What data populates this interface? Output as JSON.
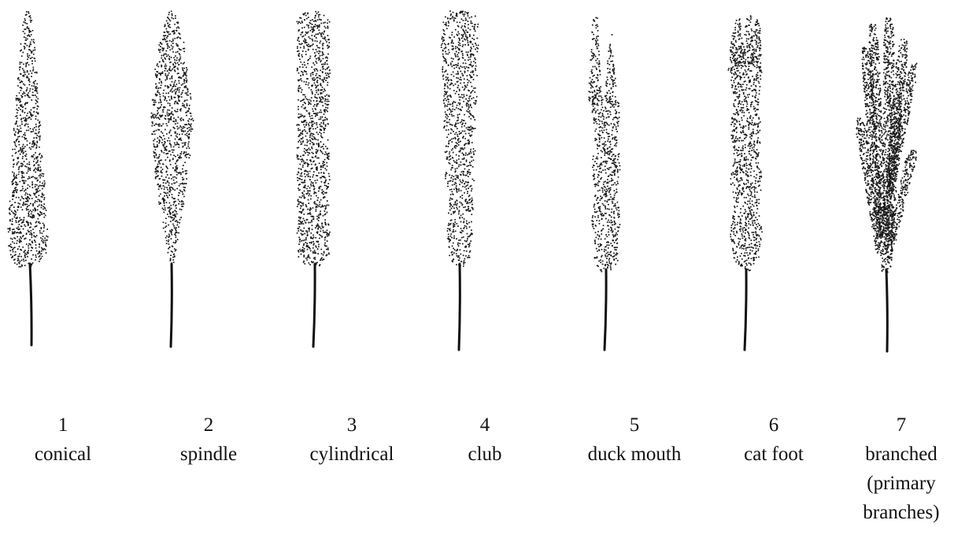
{
  "figure": {
    "shapes": [
      {
        "number": "1",
        "name": "conical",
        "icon": "conical-panicle-icon"
      },
      {
        "number": "2",
        "name": "spindle",
        "icon": "spindle-panicle-icon"
      },
      {
        "number": "3",
        "name": "cylindrical",
        "icon": "cylindrical-panicle-icon"
      },
      {
        "number": "4",
        "name": "club",
        "icon": "club-panicle-icon"
      },
      {
        "number": "5",
        "name": "duck mouth",
        "icon": "duck-mouth-panicle-icon"
      },
      {
        "number": "6",
        "name": "cat foot",
        "icon": "cat-foot-panicle-icon"
      },
      {
        "number": "7",
        "name": "branched",
        "name_line2": "(primary",
        "name_line3": "branches)",
        "icon": "branched-panicle-icon"
      }
    ]
  },
  "style": {
    "dot_color": "#1a1a1a",
    "stem_color": "#111111",
    "background": "#ffffff"
  }
}
